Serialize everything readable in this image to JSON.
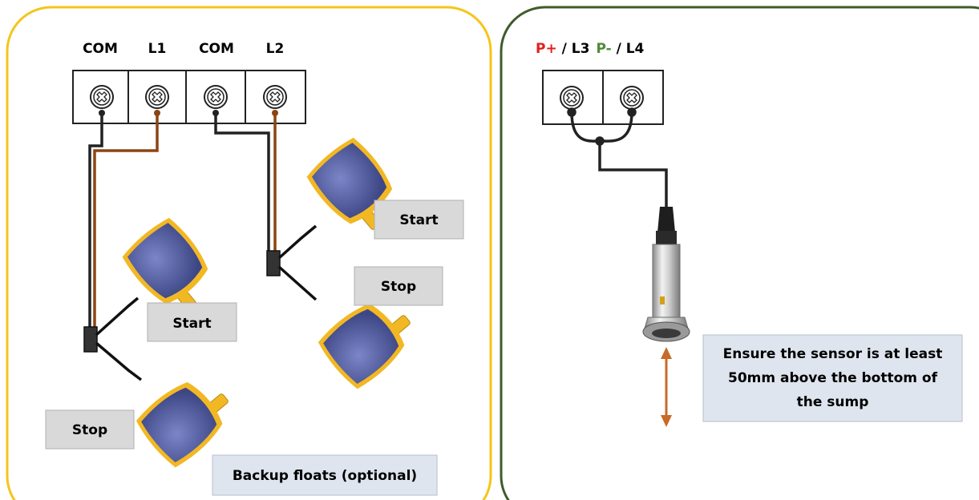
{
  "colors": {
    "left_panel_border": "#f5c518",
    "right_panel_border": "#3e5c2a",
    "wire_black": "#222222",
    "wire_brown": "#8b4513",
    "p_plus": "#e02020",
    "p_minus": "#4f8a3a",
    "arrow": "#c96a28",
    "label_box_fill": "#d9d9d9",
    "note_box_fill": "#dfe5ee",
    "float_body": "#4f5a9a",
    "float_cap": "#f2b824"
  },
  "left_panel": {
    "terminals": [
      "COM",
      "L1",
      "COM",
      "L2"
    ],
    "group_a": {
      "start_label": "Start",
      "stop_label": "Stop"
    },
    "group_b": {
      "start_label": "Start",
      "stop_label": "Stop"
    },
    "note": "Backup floats (optional)"
  },
  "right_panel": {
    "terminal_header": {
      "p_plus": "P+",
      "sep1": " / ",
      "l3": "L3",
      "p_minus": "P-",
      "sep2": " / ",
      "l4": "L4"
    },
    "note_lines": [
      "Ensure the sensor is at least",
      "50mm above the bottom of",
      "the sump"
    ]
  }
}
